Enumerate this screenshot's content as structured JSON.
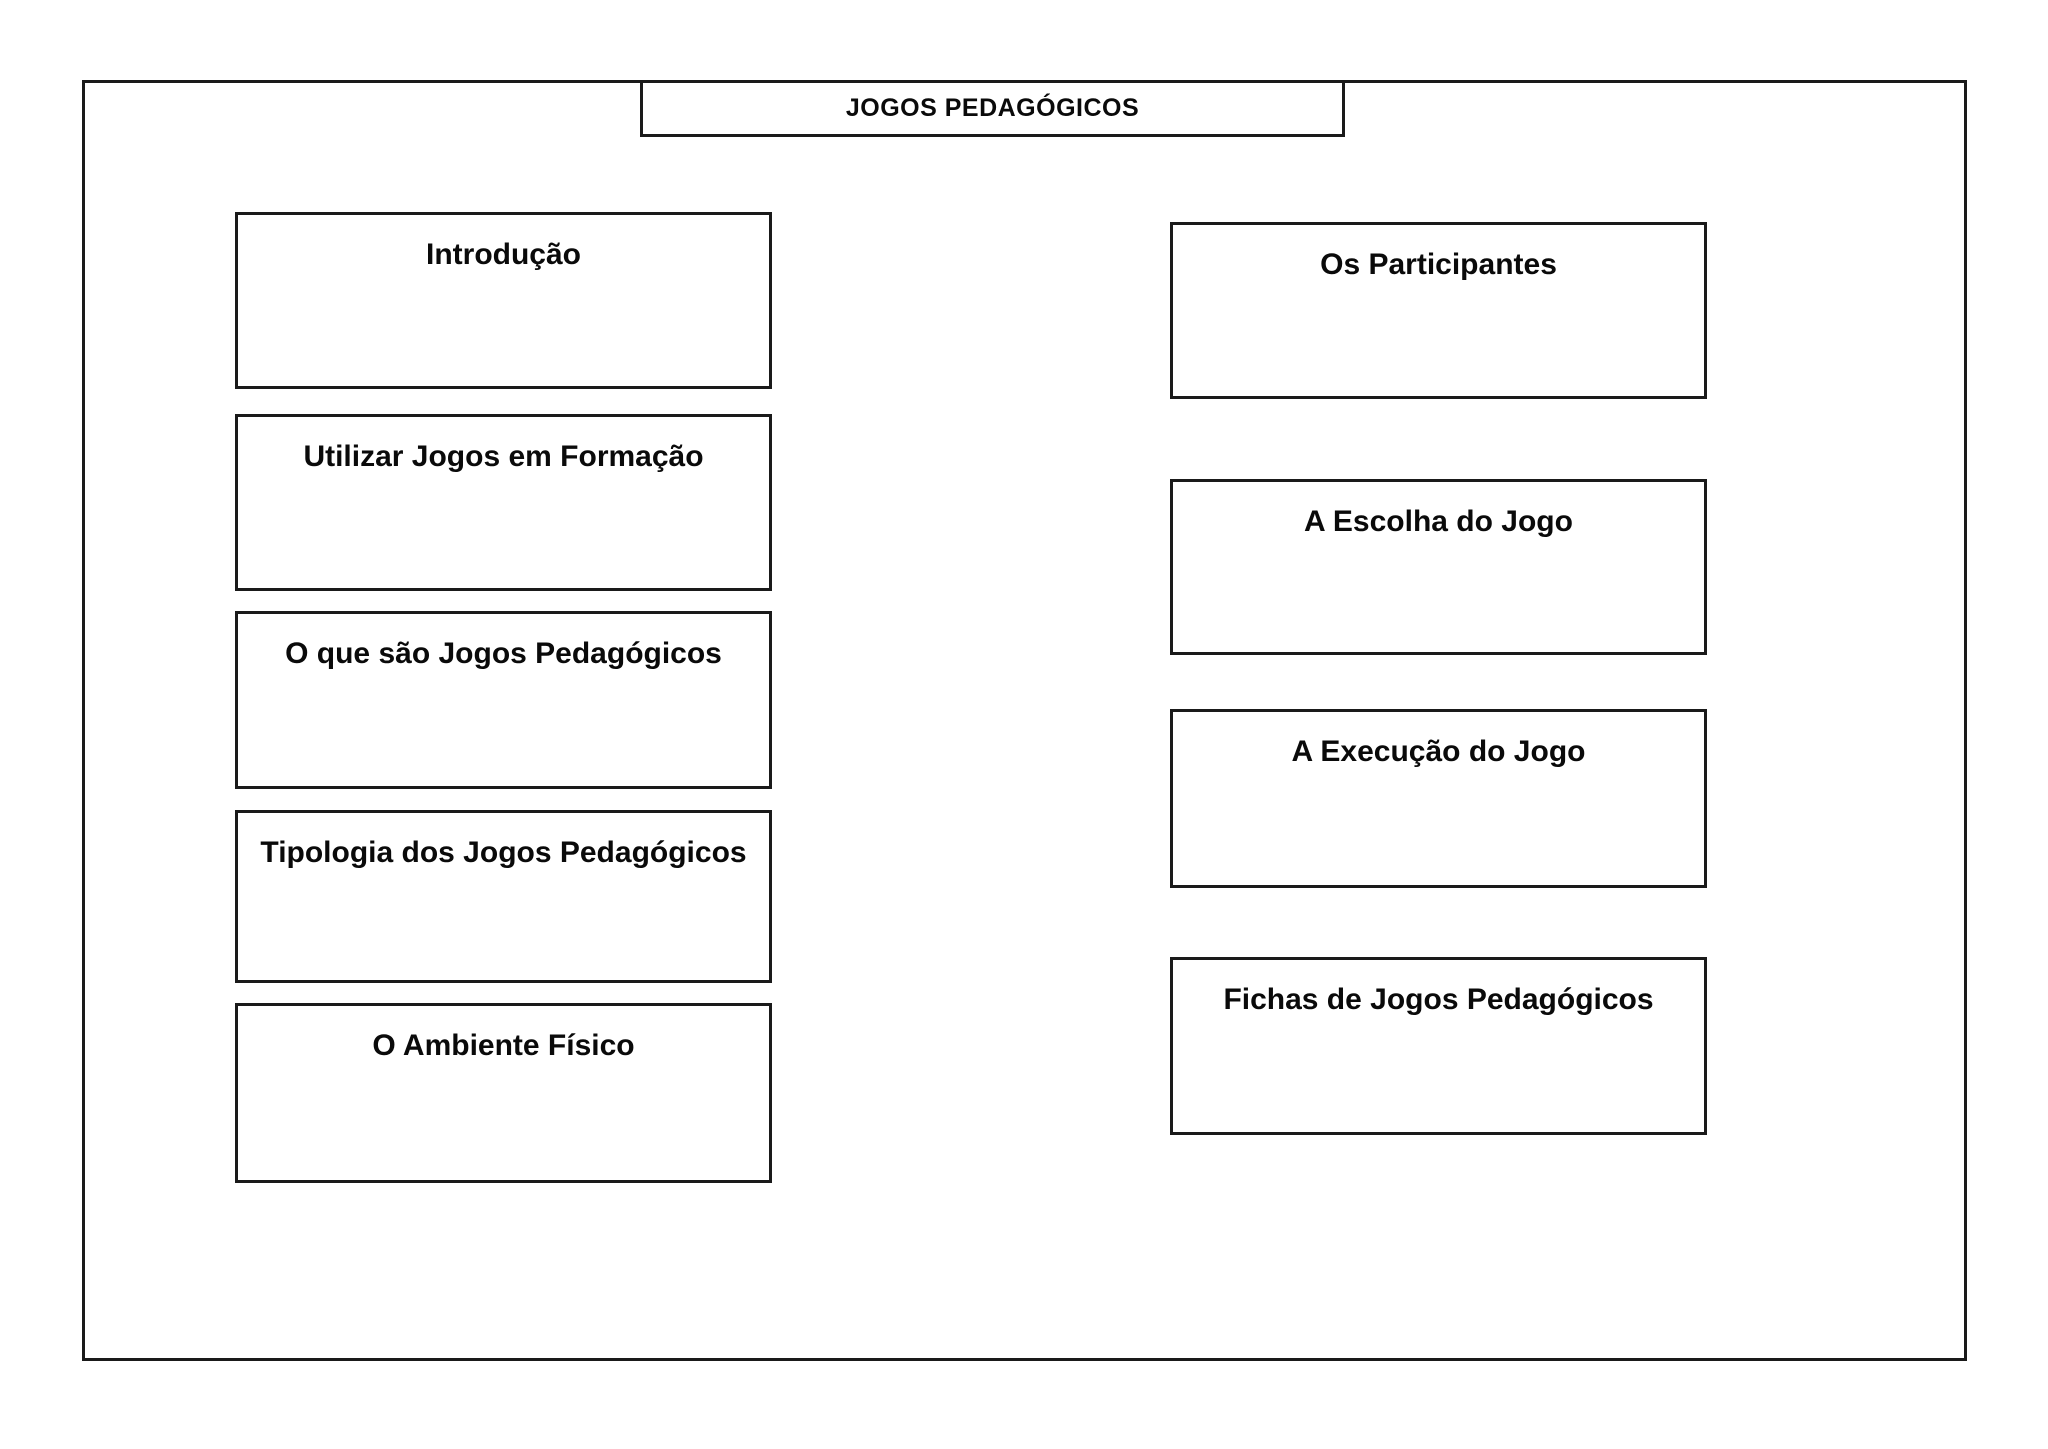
{
  "diagram": {
    "title": "JOGOS PEDAGÓGICOS",
    "left_nodes": [
      {
        "label": "Introdução"
      },
      {
        "label": "Utilizar Jogos em Formação"
      },
      {
        "label": "O que são Jogos Pedagógicos"
      },
      {
        "label": "Tipologia dos Jogos Pedagógicos"
      },
      {
        "label": "O Ambiente Físico"
      }
    ],
    "right_nodes": [
      {
        "label": "Os Participantes"
      },
      {
        "label": "A Escolha do Jogo"
      },
      {
        "label": "A Execução do Jogo"
      },
      {
        "label": "Fichas de Jogos Pedagógicos"
      }
    ],
    "colors": {
      "border": "#1a1a1a",
      "background": "#ffffff",
      "text": "#0a0a0a"
    }
  }
}
